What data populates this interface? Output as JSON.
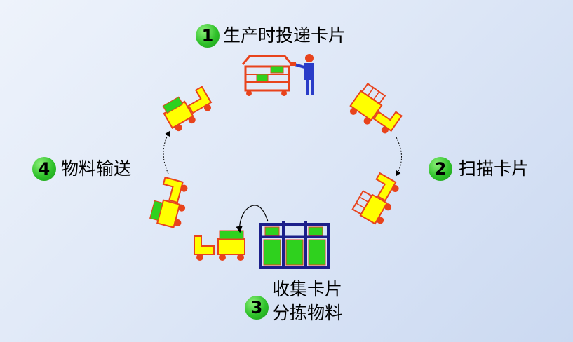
{
  "steps": [
    {
      "number": "1",
      "label": "生产时投递卡片"
    },
    {
      "number": "2",
      "label": "扫描卡片"
    },
    {
      "number": "3",
      "label_line1": "收集卡片",
      "label_line2": "分拣物料"
    },
    {
      "number": "4",
      "label": "物料输送"
    }
  ],
  "colors": {
    "green_badge": "#2fc12a",
    "cart_red": "#e8431c",
    "cart_yellow": "#ffff00",
    "box_green": "#2fd11e",
    "rack_navy": "#1c1f8a",
    "worker_blue": "#2a3cc8"
  }
}
